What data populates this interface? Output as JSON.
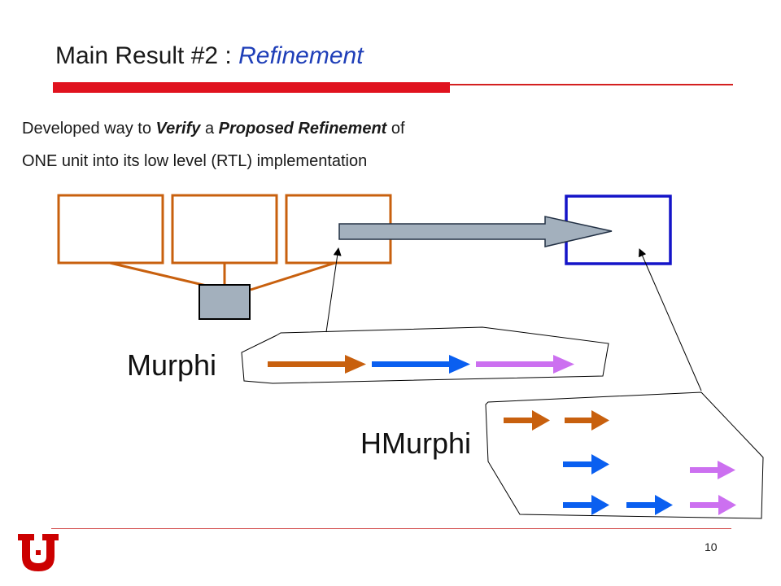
{
  "slide": {
    "title_main": "Main Result #2 : ",
    "title_accent": "Refinement",
    "body_line1": {
      "t1": "Developed way to ",
      "t2": "Verify",
      "t3": " a ",
      "t4": "Proposed Refinement",
      "t5": " of"
    },
    "body_line2": "ONE unit into its low level (RTL) implementation",
    "page_number": "10"
  },
  "diagram": {
    "label_murphi": "Murphi",
    "label_hmurphi": "HMurphi"
  },
  "colors": {
    "orange": "#c8600e",
    "blue": "#0a5ff0",
    "violet": "#cc70f0",
    "gray_fill": "#a3b0bd",
    "navy_box": "#1414c8",
    "red_accent": "#e0121e"
  },
  "logo": {
    "icon": "university-of-utah-u-logo"
  }
}
